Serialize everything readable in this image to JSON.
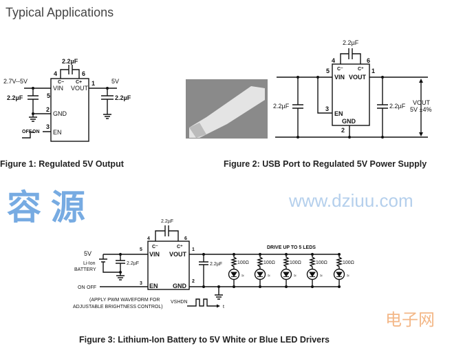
{
  "title": "Typical Applications",
  "figures": [
    {
      "caption": "Figure 1: Regulated 5V Output",
      "labels": {
        "cap_top": "2.2µF",
        "pin4": "4",
        "pin6": "6",
        "c_minus": "C−",
        "c_plus": "C+",
        "vin": "VIN",
        "vout": "VOUT",
        "pin5": "5",
        "pin1": "1",
        "pin2": "2",
        "pin3": "3",
        "gnd": "GND",
        "en": "EN",
        "input": "2.7V--5V",
        "output": "5V",
        "cap_in": "2.2µF",
        "cap_out": "2.2µF",
        "switch_off": "OFF",
        "switch_on": "ON"
      }
    },
    {
      "caption": "Figure 2: USB Port to Regulated 5V Power Supply",
      "labels": {
        "cap_top": "2.2µF",
        "pin4": "4",
        "pin6": "6",
        "c_minus": "C⁻",
        "c_plus": "C⁺",
        "vin": "VIN",
        "vout": "VOUT",
        "pin5": "5",
        "pin1": "1",
        "pin3": "3",
        "pin2": "2",
        "en": "EN",
        "gnd": "GND",
        "cap_in": "2.2µF",
        "cap_out": "2.2µF",
        "vout_label": "VOUT",
        "vout_value": "5V ±4%"
      }
    },
    {
      "caption": "Figure 3: Lithium-Ion Battery to 5V White or Blue LED Drivers",
      "labels": {
        "cap_top": "2.2µF",
        "pin4": "4",
        "pin6": "6",
        "c_minus": "C⁻",
        "c_plus": "C⁺",
        "vin": "VIN",
        "vout": "VOUT",
        "pin5": "5",
        "pin1": "1",
        "pin3": "3",
        "pin2": "2",
        "en": "EN",
        "gnd": "GND",
        "battery_v": "5V",
        "battery_1": "Li-Ion",
        "battery_2": "BATTERY",
        "cap_in": "2.2µF",
        "cap_out": "2.2µF",
        "switch_on": "ON",
        "switch_off": "OFF",
        "pwm_1": "(APPLY PWM WAVEFORM FOR",
        "pwm_2": "ADJUSTABLE BRIGHTNESS CONTROL)",
        "vshdn": "VSHDN",
        "t": "t",
        "leds_title": "DRIVE UP TO 5 LEDS",
        "resistors": [
          "100Ω",
          "100Ω",
          "100Ω",
          "100Ω",
          "100Ω"
        ]
      }
    }
  ],
  "watermark": {
    "big": "容 源",
    "cn": "电子网",
    "url": "www.dziuu.com",
    "color_blue": "#4a90d9",
    "color_orange": "#f0a060"
  }
}
